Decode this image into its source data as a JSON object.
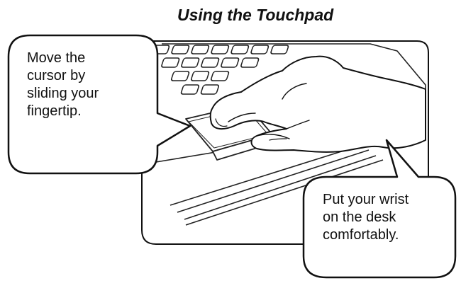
{
  "title": "Using the Touchpad",
  "illustration": {
    "subject": "hand-on-laptop-touchpad",
    "style": "black line drawing"
  },
  "callouts": [
    {
      "lines": [
        "Move the",
        "cursor by",
        "sliding your",
        "fingertip."
      ]
    },
    {
      "lines": [
        "Put your wrist",
        "on the desk",
        "comfortably."
      ]
    }
  ]
}
